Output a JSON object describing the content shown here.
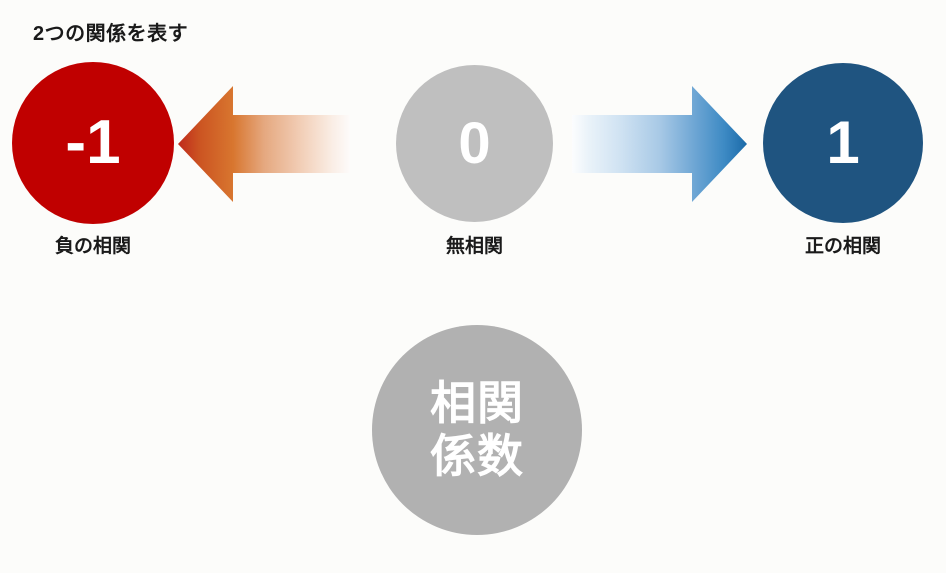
{
  "slide": {
    "title": "2つの関係を表す",
    "background_color": "#fcfcfa"
  },
  "nodes": [
    {
      "name": "negative-correlation",
      "value": "-1",
      "caption": "負の相関",
      "color": "#c00000"
    },
    {
      "name": "no-correlation",
      "value": "0",
      "caption": "無相関",
      "color": "#bfbfbf"
    },
    {
      "name": "positive-correlation",
      "value": "1",
      "caption": "正の相関",
      "color": "#1f5480"
    }
  ],
  "coefficient_node": {
    "line1": "相関",
    "line2": "係数",
    "color": "#b1b1b1"
  },
  "arrows": {
    "left": {
      "direction": "left",
      "tip_color": "#c0392b",
      "body_color": "#d2702e",
      "tail_color": "#fdfbf9"
    },
    "right": {
      "direction": "right",
      "tip_color": "#1b6aa8",
      "body_color": "#3d8ac4",
      "tail_color": "#fbfdfe"
    }
  }
}
